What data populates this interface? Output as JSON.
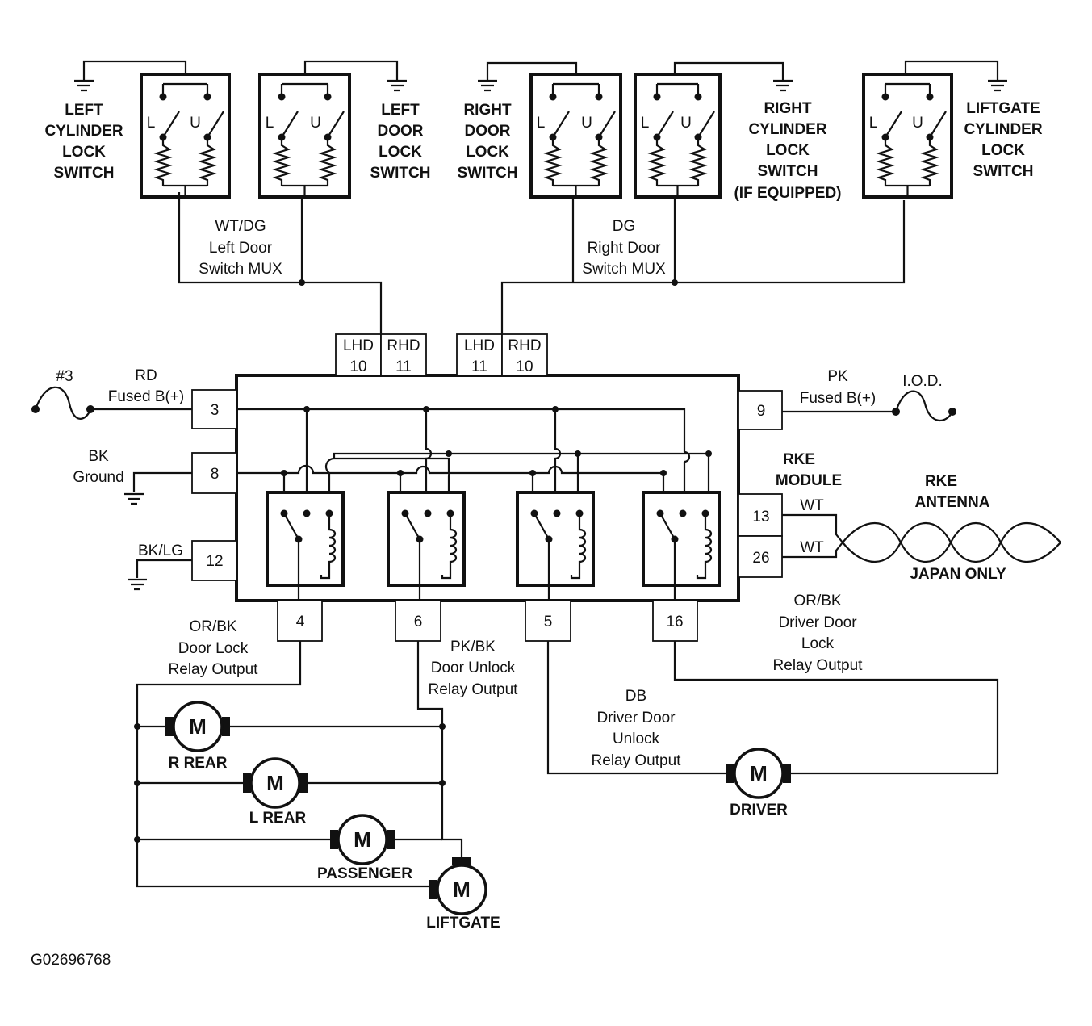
{
  "switches": {
    "left_cylinder": [
      "LEFT",
      "CYLINDER",
      "LOCK",
      "SWITCH"
    ],
    "left_door": [
      "LEFT",
      "DOOR",
      "LOCK",
      "SWITCH"
    ],
    "right_door": [
      "RIGHT",
      "DOOR",
      "LOCK",
      "SWITCH"
    ],
    "right_cylinder": [
      "RIGHT",
      "CYLINDER",
      "LOCK",
      "SWITCH",
      "(IF EQUIPPED)"
    ],
    "liftgate_cylinder": [
      "LIFTGATE",
      "CYLINDER",
      "LOCK",
      "SWITCH"
    ],
    "lock_letter": "L",
    "unlock_letter": "U"
  },
  "mux": {
    "left": [
      "WT/DG",
      "Left Door",
      "Switch MUX"
    ],
    "right": [
      "DG",
      "Right Door",
      "Switch MUX"
    ]
  },
  "top_pins": {
    "group1": [
      {
        "top": "LHD",
        "bottom": "10"
      },
      {
        "top": "RHD",
        "bottom": "11"
      }
    ],
    "group2": [
      {
        "top": "LHD",
        "bottom": "11"
      },
      {
        "top": "RHD",
        "bottom": "10"
      }
    ]
  },
  "left_pins": [
    {
      "pin": "3",
      "lines": [
        "RD",
        "Fused B(+)"
      ],
      "extra": "#3"
    },
    {
      "pin": "8",
      "lines": [
        "BK",
        "Ground"
      ]
    },
    {
      "pin": "12",
      "lines": [
        "BK/LG"
      ]
    }
  ],
  "right_pins": [
    {
      "pin": "9",
      "lines": [
        "PK",
        "Fused B(+)"
      ],
      "extra": "I.O.D."
    },
    {
      "pin": "13",
      "wire": "WT"
    },
    {
      "pin": "26",
      "wire": "WT"
    }
  ],
  "module_label": [
    "RKE",
    "MODULE"
  ],
  "antenna_label": [
    "RKE",
    "ANTENNA"
  ],
  "antenna_note": "JAPAN ONLY",
  "bottom_pins": [
    {
      "pin": "4",
      "lines": [
        "OR/BK",
        "Door Lock",
        "Relay Output"
      ]
    },
    {
      "pin": "6",
      "lines": [
        "PK/BK",
        "Door Unlock",
        "Relay Output"
      ]
    },
    {
      "pin": "5",
      "lines": [
        "DB",
        "Driver Door",
        "Unlock",
        "Relay Output"
      ]
    },
    {
      "pin": "16",
      "lines": [
        "OR/BK",
        "Driver Door",
        "Lock",
        "Relay Output"
      ]
    }
  ],
  "motors": {
    "symbol": "M",
    "r_rear": "R REAR",
    "l_rear": "L REAR",
    "passenger": "PASSENGER",
    "liftgate": "LIFTGATE",
    "driver": "DRIVER"
  },
  "figure_id": "G02696768"
}
